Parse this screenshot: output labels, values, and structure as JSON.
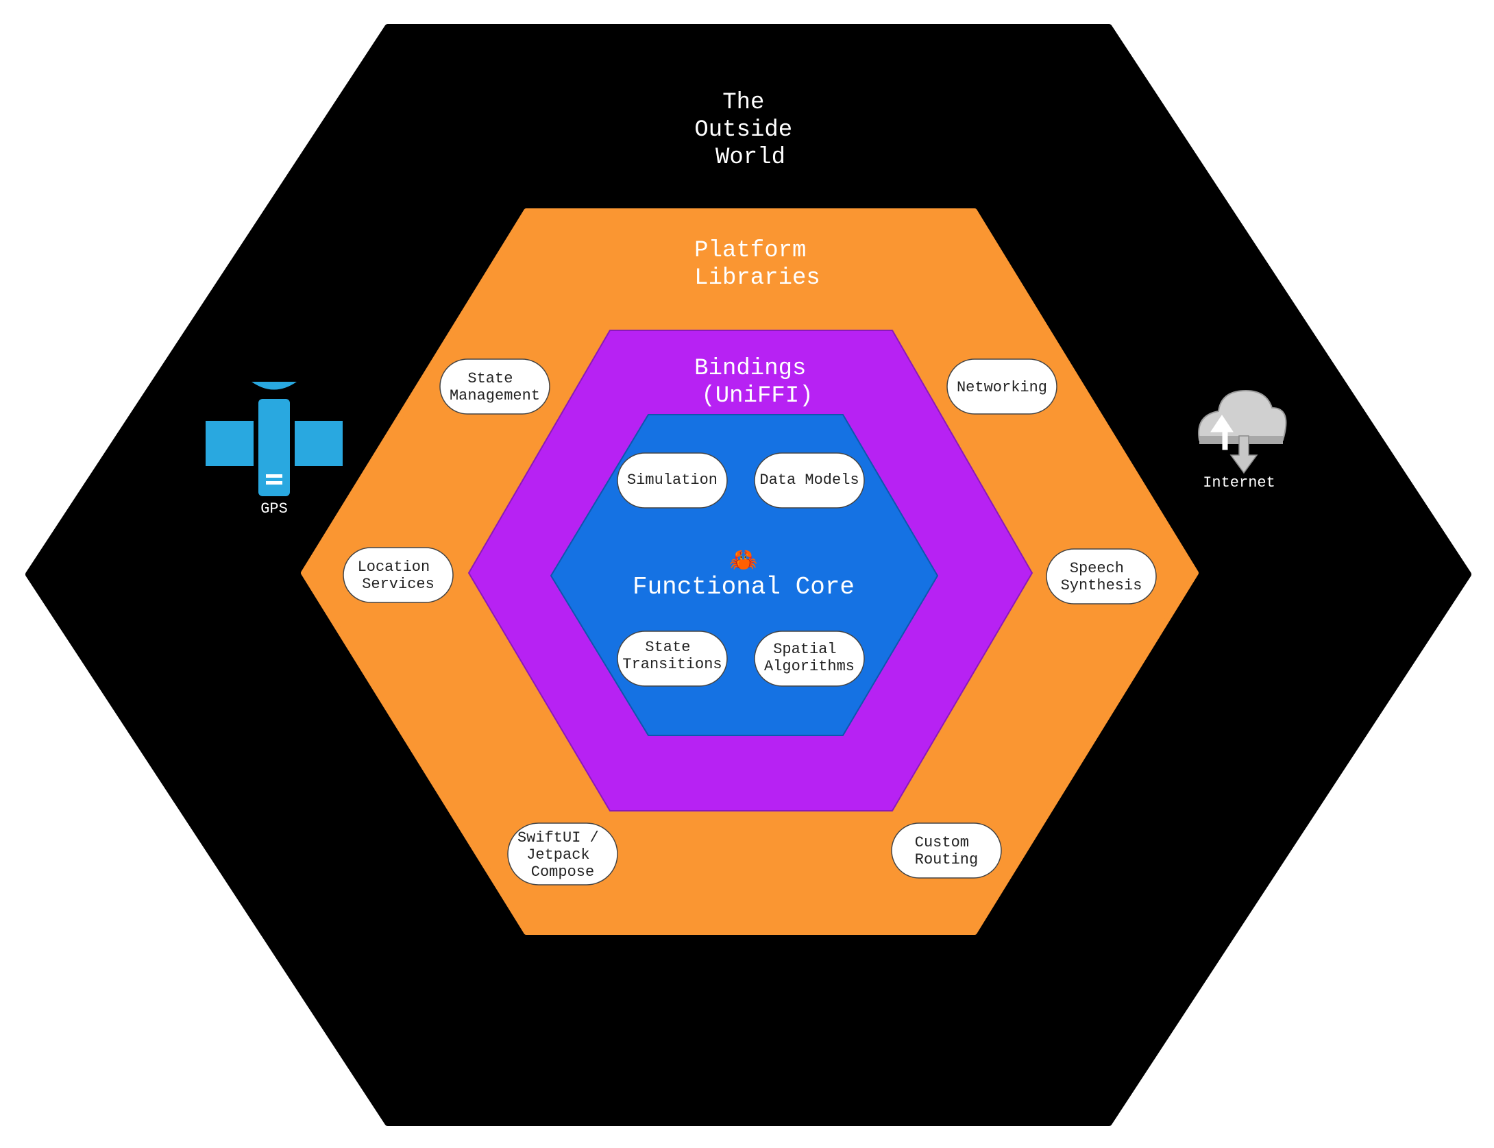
{
  "layers": {
    "outside": {
      "title_lines": [
        "The",
        "Outside",
        "World"
      ],
      "color": "#000000"
    },
    "platform": {
      "title_lines": [
        "Platform",
        "Libraries"
      ],
      "color": "#fa9632"
    },
    "bindings": {
      "title_lines": [
        "Bindings",
        "(UniFFI)"
      ],
      "color": "#b722f3"
    },
    "core": {
      "title": "Functional Core",
      "emoji": "🦀",
      "color": "#1572e3"
    }
  },
  "platform_items": [
    {
      "lines": [
        "State",
        "Management"
      ]
    },
    {
      "lines": [
        "Networking"
      ]
    },
    {
      "lines": [
        "Location",
        "Services"
      ]
    },
    {
      "lines": [
        "Speech",
        "Synthesis"
      ]
    },
    {
      "lines": [
        "SwiftUI /",
        "Jetpack",
        "Compose"
      ]
    },
    {
      "lines": [
        "Custom",
        "Routing"
      ]
    }
  ],
  "core_items": [
    {
      "lines": [
        "Simulation"
      ]
    },
    {
      "lines": [
        "Data Models"
      ]
    },
    {
      "lines": [
        "State",
        "Transitions"
      ]
    },
    {
      "lines": [
        "Spatial",
        "Algorithms"
      ]
    }
  ],
  "icons": {
    "gps": {
      "label": "GPS",
      "icon": "satellite-icon",
      "color": "#29a8e0"
    },
    "internet": {
      "label": "Internet",
      "icon": "cloud-upload-download-icon",
      "color": "#c8c8c8"
    }
  }
}
